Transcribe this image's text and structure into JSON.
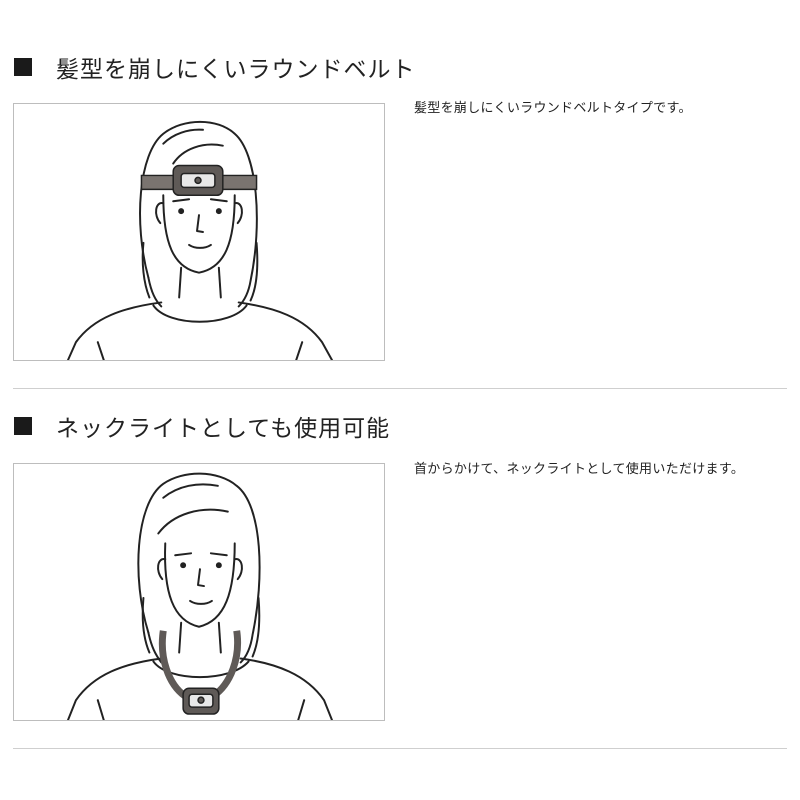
{
  "sections": [
    {
      "title": "髪型を崩しにくいラウンドベルト",
      "description": "髪型を崩しにくいラウンドベルトタイプです。",
      "illustration_icon": "person-wearing-headlamp-illustration"
    },
    {
      "title": "ネックライトとしても使用可能",
      "description": "首からかけて、ネックライトとして使用いただけます。",
      "illustration_icon": "person-wearing-necklight-illustration"
    }
  ],
  "colors": {
    "text": "#222222",
    "bullet": "#1a1a1a",
    "divider": "#cfcfcf",
    "frame_border": "#bdbdbd",
    "device_fill": "#5f5a57",
    "device_light": "#e8e8e8"
  }
}
